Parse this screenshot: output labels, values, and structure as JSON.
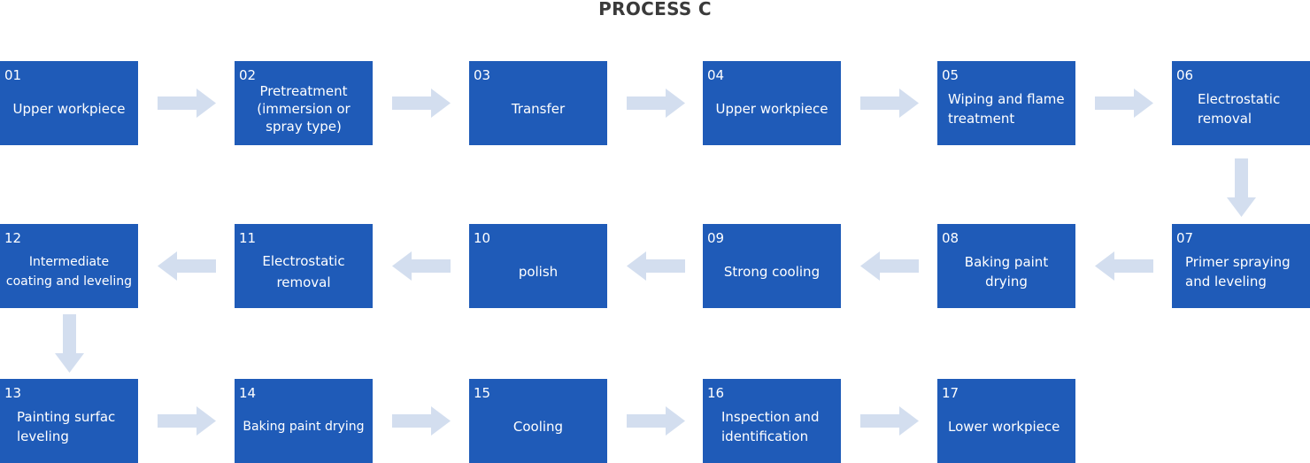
{
  "title": "PROCESS C",
  "arrow_color": "#d3deef",
  "box_color": "#1f5bb8",
  "steps": [
    {
      "num": "01",
      "label": "Upper workpiece"
    },
    {
      "num": "02",
      "label": "Pretreatment\n(immersion or\nspray type)"
    },
    {
      "num": "03",
      "label": "Transfer"
    },
    {
      "num": "04",
      "label": "Upper workpiece"
    },
    {
      "num": "05",
      "label": "Wiping and flame\ntreatment"
    },
    {
      "num": "06",
      "label": "Electrostatic\nremoval"
    },
    {
      "num": "07",
      "label": "Primer spraying\nand leveling"
    },
    {
      "num": "08",
      "label": "Baking paint\ndrying"
    },
    {
      "num": "09",
      "label": "Strong cooling"
    },
    {
      "num": "10",
      "label": "polish"
    },
    {
      "num": "11",
      "label": "Electrostatic\nremoval"
    },
    {
      "num": "12",
      "label": "Intermediate\ncoating and leveling"
    },
    {
      "num": "13",
      "label": "Painting surfac\nleveling"
    },
    {
      "num": "14",
      "label": "Baking paint drying"
    },
    {
      "num": "15",
      "label": "Cooling"
    },
    {
      "num": "16",
      "label": "Inspection and\nidentification"
    },
    {
      "num": "17",
      "label": "Lower workpiece"
    }
  ]
}
